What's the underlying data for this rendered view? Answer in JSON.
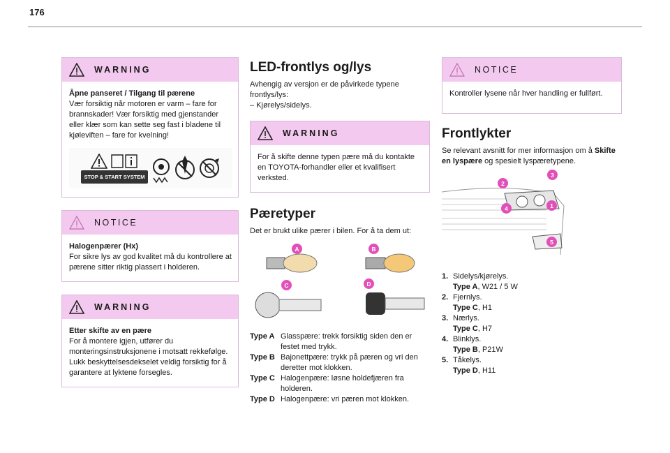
{
  "page_number": "176",
  "col1": {
    "warning1": {
      "title": "WARNING",
      "heading": "Åpne panseret / Tilgang til pærene",
      "text": "Vær forsiktig når motoren er varm – fare for brannskader! Vær forsiktig med gjenstander eller klær som kan sette seg fast i bladene til kjøleviften – fare for kvelning!",
      "badge": "STOP & START SYSTEM"
    },
    "notice1": {
      "title": "NOTICE",
      "heading": "Halogenpærer (Hx)",
      "text": "For sikre lys av god kvalitet må du kontrollere at pærene sitter riktig plassert i holderen."
    },
    "warning2": {
      "title": "WARNING",
      "heading": "Etter skifte av en pære",
      "text1": "For å montere igjen, utfører du monteringsinstruksjonene i motsatt rekkefølge.",
      "text2": "Lukk beskyttelsesdekselet veldig forsiktig for å garantere at lyktene forsegles."
    }
  },
  "col2": {
    "title": "LED-frontlys og/lys",
    "intro": "Avhengig av versjon er de påvirkede typene frontlys/lys:",
    "bullet": "–  Kjørelys/sidelys.",
    "warning": {
      "title": "WARNING",
      "text": "For å skifte denne typen pære må du kontakte en TOYOTA-forhandler eller et kvalifisert verksted."
    },
    "types_title": "Pæretyper",
    "types_intro": "Det er brukt ulike pærer i bilen. For å ta dem ut:",
    "bulb_labels": [
      "A",
      "B",
      "C",
      "D"
    ],
    "types": [
      {
        "k": "Type A",
        "v": "Glasspære: trekk forsiktig siden den er festet med trykk."
      },
      {
        "k": "Type B",
        "v": "Bajonettpære: trykk på pæren og vri den deretter mot klokken."
      },
      {
        "k": "Type C",
        "v": "Halogenpære: løsne holdefjæren fra holderen."
      },
      {
        "k": "Type D",
        "v": "Halogenpære: vri pæren mot klokken."
      }
    ]
  },
  "col3": {
    "notice": {
      "title": "NOTICE",
      "text": "Kontroller lysene når hver handling er fullført."
    },
    "title": "Frontlykter",
    "intro_pre": "Se relevant avsnitt for mer informasjon om å ",
    "intro_bold": "Skifte en lyspære",
    "intro_post": " og spesielt lyspæretypene.",
    "markers": [
      "1",
      "2",
      "3",
      "4",
      "5"
    ],
    "items": [
      {
        "n": "1.",
        "line1": "Sidelys/kjørelys.",
        "type": "Type A",
        "spec": ", W21 / 5 W"
      },
      {
        "n": "2.",
        "line1": "Fjernlys.",
        "type": "Type C",
        "spec": ", H1"
      },
      {
        "n": "3.",
        "line1": "Nærlys.",
        "type": "Type C",
        "spec": ", H7"
      },
      {
        "n": "4.",
        "line1": "Blinklys.",
        "type": "Type B",
        "spec": ", P21W"
      },
      {
        "n": "5.",
        "line1": "Tåkelys.",
        "type": "Type D",
        "spec": ", H11"
      }
    ]
  },
  "colors": {
    "header_bg": "#f3c9ef",
    "marker": "#e24fb8"
  }
}
